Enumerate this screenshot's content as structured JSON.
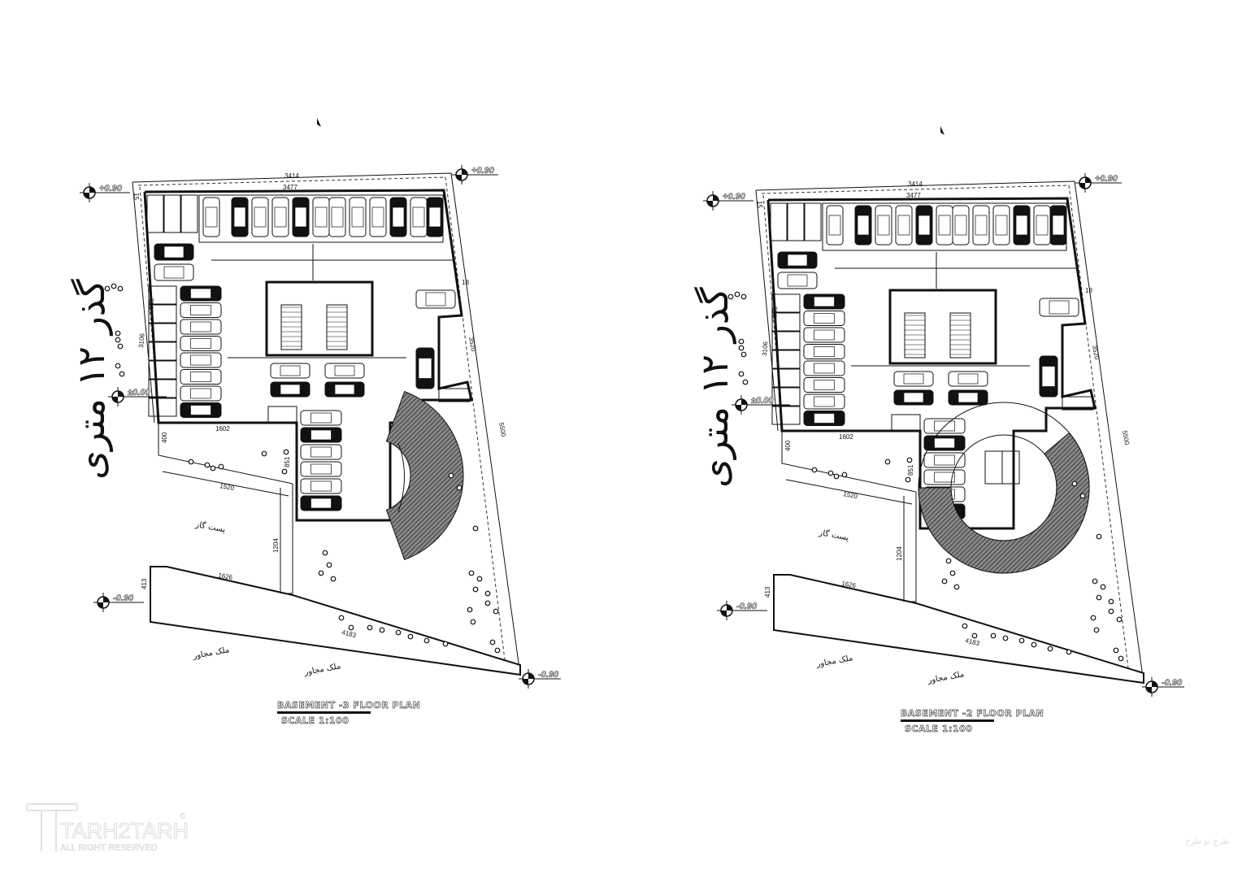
{
  "plans": [
    {
      "title": "BASEMENT -3 FLOOR PLAN",
      "scale": "SCALE  1:100",
      "levels": {
        "top_left": "+0.90",
        "top_right": "+0.90",
        "side": "±0.00",
        "bottom_left": "-0.90",
        "bottom_right": "-0.90"
      },
      "dims": {
        "top_outer": "3414",
        "top_inner": "3477",
        "corner": "18",
        "corner_left": "15",
        "right_inner": "3520",
        "right_outer": "5500",
        "mid": "1602",
        "left_small": "400",
        "diag": "1520",
        "vertical": "1204",
        "bottom_inner": "1626",
        "bottom_left": "413",
        "bottom_outer": "4183",
        "ramp": "851",
        "side_left": "3106",
        "side_left2": "2956"
      },
      "labels": {
        "street": "گذر ۱۲ متری",
        "gas": "پست گاز",
        "neighbor1": "ملک مجاور",
        "neighbor2": "ملک مجاور"
      }
    },
    {
      "title": "BASEMENT -2 FLOOR PLAN",
      "scale": "SCALE  1:100",
      "levels": {
        "top_left": "+0.90",
        "top_right": "+0.90",
        "side": "±0.00",
        "bottom_left": "-0.90",
        "bottom_right": "-0.90"
      },
      "dims": {
        "top_outer": "3414",
        "top_inner": "3477",
        "corner": "18",
        "corner_left": "15",
        "right_inner": "3520",
        "right_outer": "5500",
        "mid": "1602",
        "left_small": "400",
        "diag": "1520",
        "vertical": "1204",
        "bottom_inner": "1626",
        "bottom_left": "413",
        "bottom_outer": "4183",
        "ramp": "851",
        "side_left": "3106",
        "side_left2": "2956"
      },
      "labels": {
        "street": "گذر ۱۲ متری",
        "gas": "پست گاز",
        "neighbor1": "ملک مجاور",
        "neighbor2": "ملک مجاور"
      }
    }
  ],
  "watermark": {
    "brand": "TARH2TARH",
    "rights": "ALL RIGHT RESERVED",
    "copyright": "©",
    "corner_logo": "طرح تو طرح"
  }
}
